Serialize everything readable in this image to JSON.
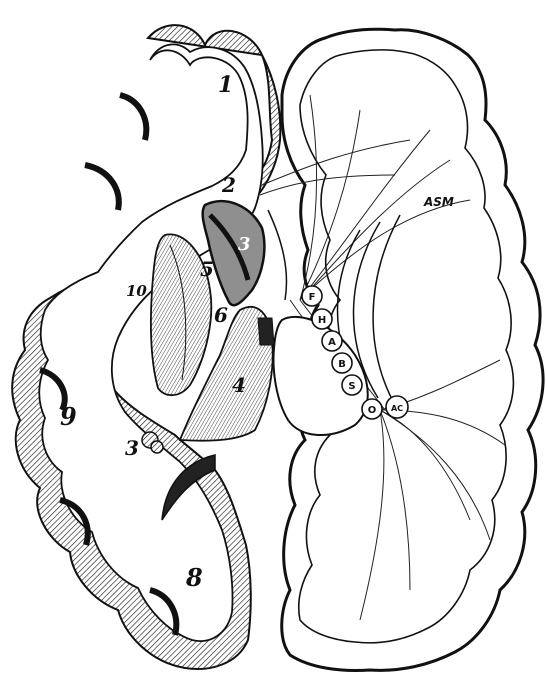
{
  "region_numbers": [
    "1",
    "2",
    "3",
    "4",
    "5",
    "6",
    "8",
    "9",
    "10"
  ],
  "tract_letters": [
    "F",
    "H",
    "A",
    "B",
    "S",
    "O",
    "AC"
  ],
  "nucleus_label": "3",
  "cortex_label": "ASM",
  "colors": {
    "ink": "#111111",
    "paper": "#ffffff",
    "shade": "#9a9a9a"
  }
}
